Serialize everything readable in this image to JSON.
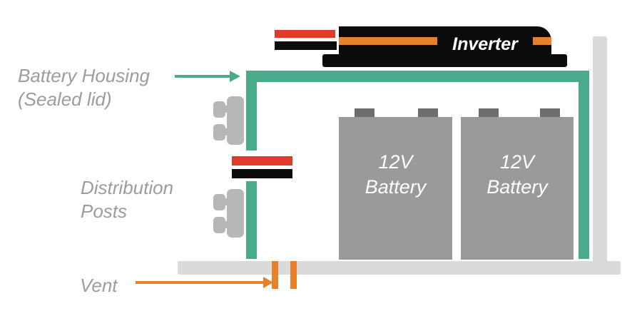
{
  "labels": {
    "battery_housing_line1": "Battery Housing",
    "battery_housing_line2": "(Sealed lid)",
    "distribution_posts_line1": "Distribution",
    "distribution_posts_line2": "Posts",
    "vent": "Vent"
  },
  "components": {
    "inverter_label": "Inverter",
    "battery_1_line1": "12V",
    "battery_1_line2": "Battery",
    "battery_2_line1": "12V",
    "battery_2_line2": "Battery"
  },
  "colors": {
    "green": "#4AAB8C",
    "orange": "#E8812C",
    "red": "#E03B28",
    "black": "#0B0B0B",
    "battery_gray": "#9A9A9A",
    "terminal_gray": "#6D6D6D",
    "post_gray": "#B7B7B7",
    "structure_gray": "#DADADA",
    "label_gray": "#9C9C9C"
  }
}
